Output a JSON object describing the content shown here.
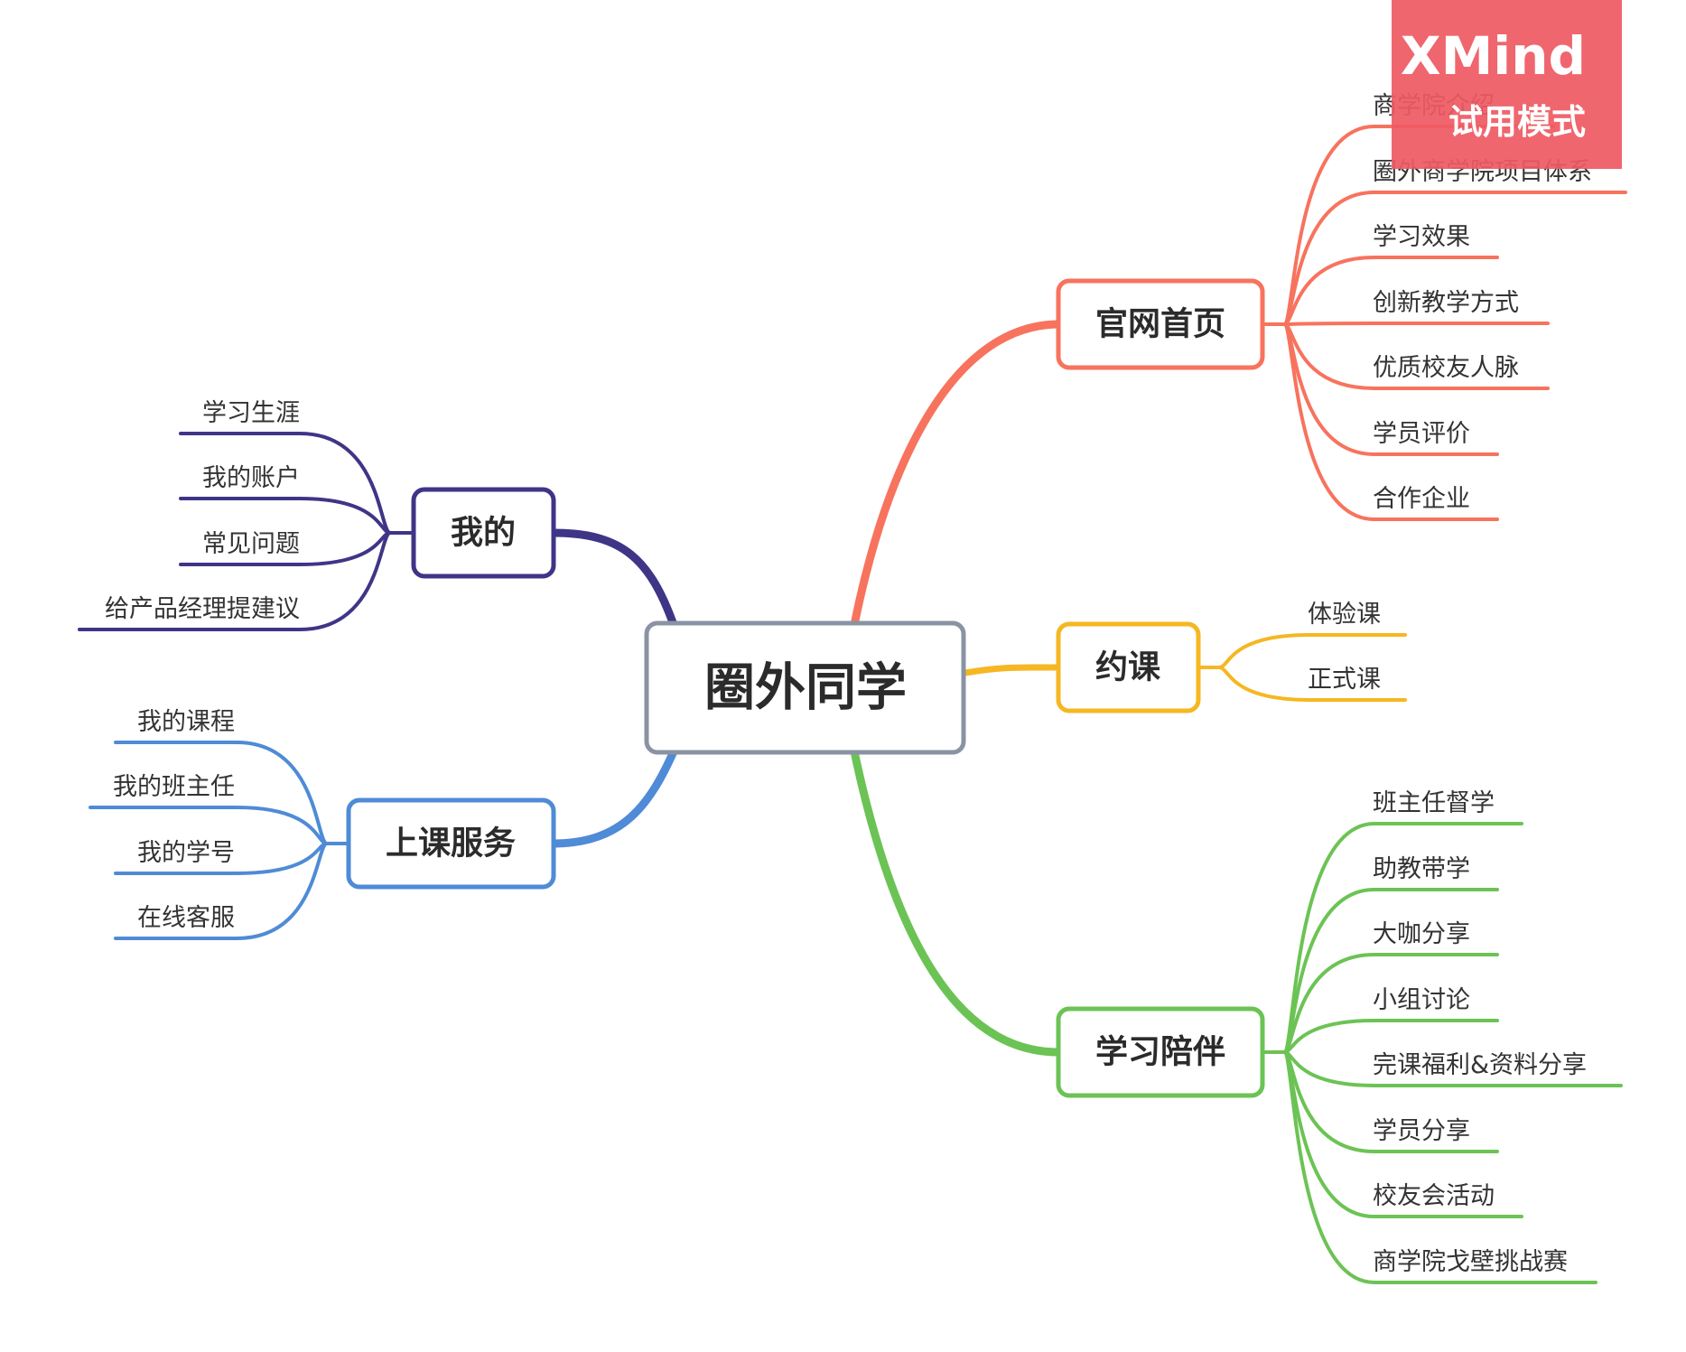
{
  "central": {
    "label": "圈外同学",
    "color": "#8a93a3"
  },
  "branches": [
    {
      "key": "guanwang",
      "label": "官网首页",
      "color": "#f7735e",
      "children": [
        "商学院介绍",
        "圈外商学院项目体系",
        "学习效果",
        "创新教学方式",
        "优质校友人脉",
        "学员评价",
        "合作企业"
      ]
    },
    {
      "key": "yueke",
      "label": "约课",
      "color": "#f5b722",
      "children": [
        "体验课",
        "正式课"
      ]
    },
    {
      "key": "xuexi",
      "label": "学习陪伴",
      "color": "#6cc355",
      "children": [
        "班主任督学",
        "助教带学",
        "大咖分享",
        "小组讨论",
        "完课福利&资料分享",
        "学员分享",
        "校友会活动",
        "商学院戈壁挑战赛"
      ]
    },
    {
      "key": "wode",
      "label": "我的",
      "color": "#3f3587",
      "children": [
        "学习生涯",
        "我的账户",
        "常见问题",
        "给产品经理提建议"
      ]
    },
    {
      "key": "shangke",
      "label": "上课服务",
      "color": "#4f8bd6",
      "children": [
        "我的课程",
        "我的班主任",
        "我的学号",
        "在线客服"
      ]
    }
  ],
  "watermark": {
    "title": "XMind",
    "subtitle": "试用模式",
    "color": "#ef5a63"
  }
}
